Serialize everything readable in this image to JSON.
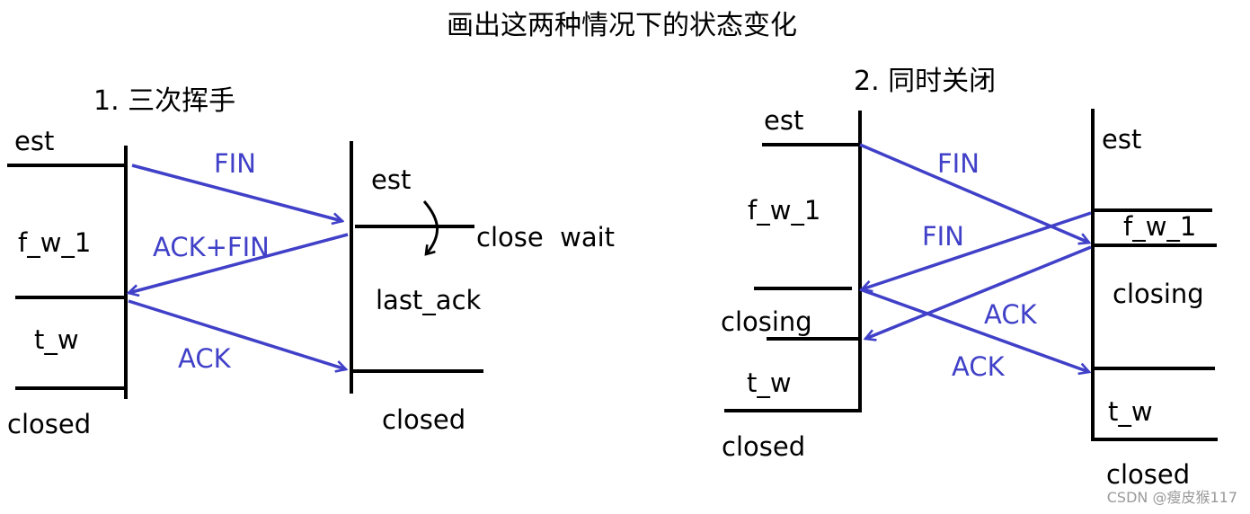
{
  "colors": {
    "arrow": "#4040c8",
    "line": "#000000",
    "watermark": "#9a9a9a"
  },
  "title": "画出这两种情况下的状态变化",
  "diagram1": {
    "heading": "1. 三次挥手",
    "left_states": [
      "est",
      "f_w_1",
      "t_w",
      "closed"
    ],
    "right_states": [
      "est",
      "close  wait",
      "last_ack",
      "closed"
    ],
    "messages": [
      "FIN",
      "ACK+FIN",
      "ACK"
    ]
  },
  "diagram2": {
    "heading": "2. 同时关闭",
    "left_states": [
      "est",
      "f_w_1",
      "closing",
      "t_w",
      "closed"
    ],
    "right_states": [
      "est",
      "f_w_1",
      "closing",
      "t_w",
      "closed"
    ],
    "messages": [
      "FIN",
      "FIN",
      "ACK",
      "ACK"
    ]
  },
  "watermark": "CSDN @瘦皮猴117"
}
